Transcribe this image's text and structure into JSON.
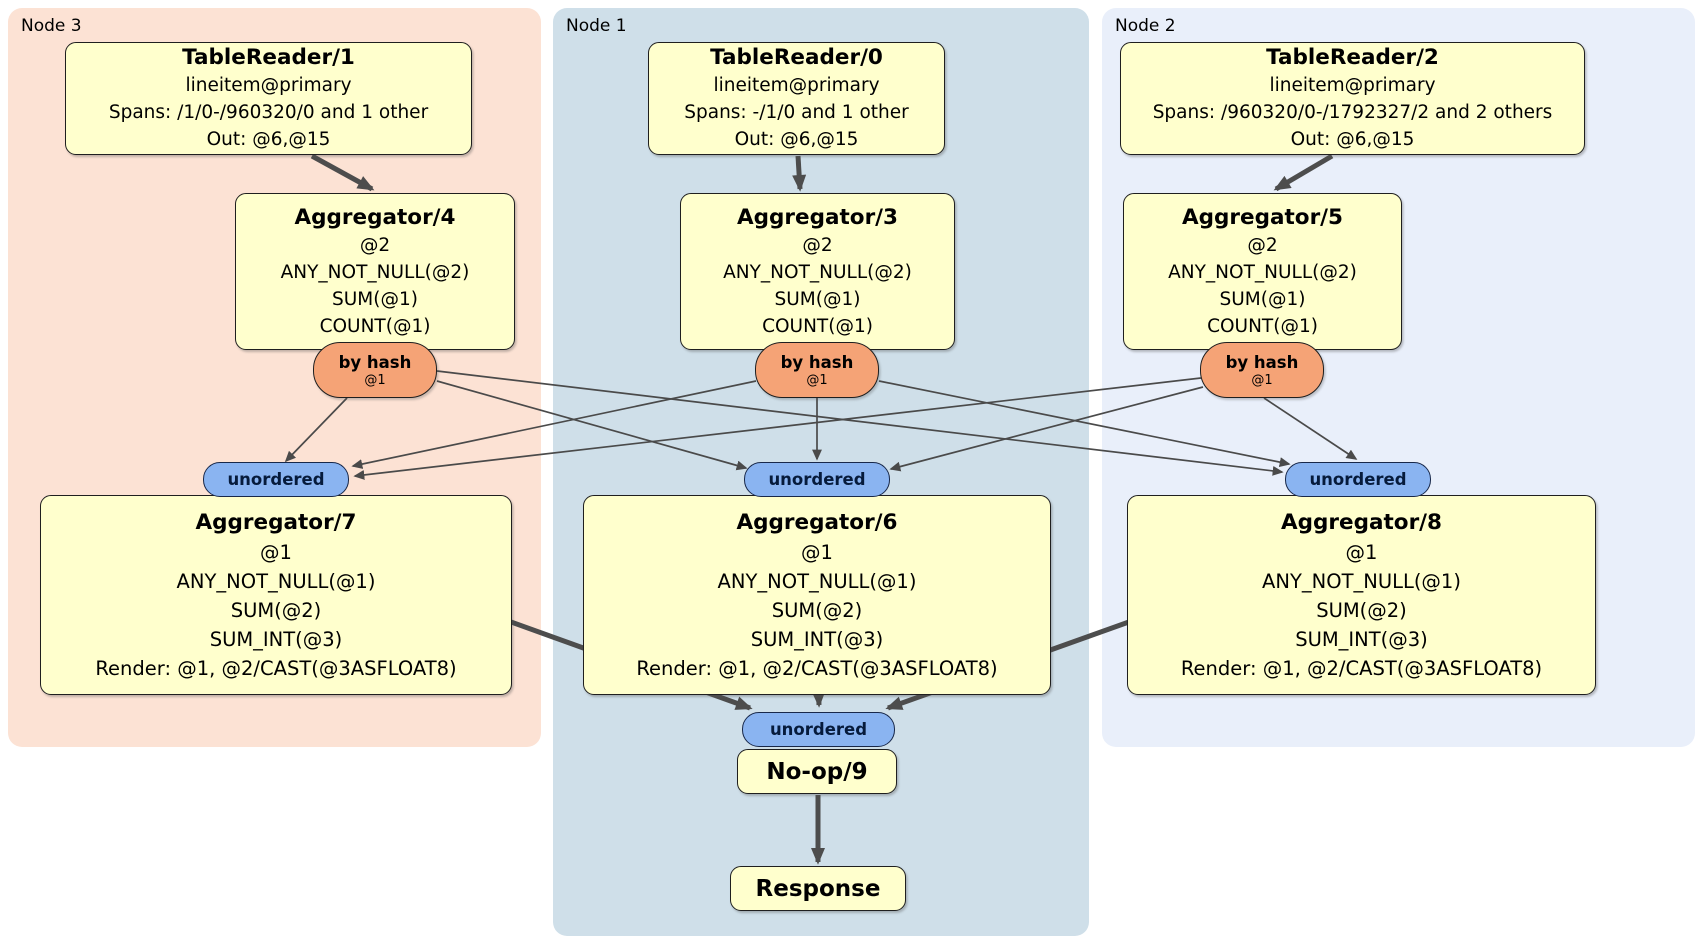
{
  "diagram": {
    "kind": "distributed SQL physical plan",
    "groups": [
      {
        "id": "node3",
        "label": "Node 3"
      },
      {
        "id": "node1",
        "label": "Node 1"
      },
      {
        "id": "node2",
        "label": "Node 2"
      }
    ],
    "nodes": {
      "tr1": {
        "title": "TableReader/1",
        "lines": [
          "lineitem@primary",
          "Spans: /1/0-/960320/0 and 1 other",
          "Out: @6,@15"
        ]
      },
      "tr0": {
        "title": "TableReader/0",
        "lines": [
          "lineitem@primary",
          "Spans: -/1/0 and 1 other",
          "Out: @6,@15"
        ]
      },
      "tr2": {
        "title": "TableReader/2",
        "lines": [
          "lineitem@primary",
          "Spans: /960320/0-/1792327/2 and 2 others",
          "Out: @6,@15"
        ]
      },
      "agg4": {
        "title": "Aggregator/4",
        "lines": [
          "@2",
          "ANY_NOT_NULL(@2)",
          "SUM(@1)",
          "COUNT(@1)"
        ]
      },
      "agg3": {
        "title": "Aggregator/3",
        "lines": [
          "@2",
          "ANY_NOT_NULL(@2)",
          "SUM(@1)",
          "COUNT(@1)"
        ]
      },
      "agg5": {
        "title": "Aggregator/5",
        "lines": [
          "@2",
          "ANY_NOT_NULL(@2)",
          "SUM(@1)",
          "COUNT(@1)"
        ]
      },
      "hash4": {
        "title": "by hash",
        "sub": "@1"
      },
      "hash3": {
        "title": "by hash",
        "sub": "@1"
      },
      "hash5": {
        "title": "by hash",
        "sub": "@1"
      },
      "unordered": {
        "label": "unordered"
      },
      "agg7": {
        "title": "Aggregator/7",
        "lines": [
          "@1",
          "ANY_NOT_NULL(@1)",
          "SUM(@2)",
          "SUM_INT(@3)",
          "Render: @1, @2/CAST(@3ASFLOAT8)"
        ]
      },
      "agg6": {
        "title": "Aggregator/6",
        "lines": [
          "@1",
          "ANY_NOT_NULL(@1)",
          "SUM(@2)",
          "SUM_INT(@3)",
          "Render: @1, @2/CAST(@3ASFLOAT8)"
        ]
      },
      "agg8": {
        "title": "Aggregator/8",
        "lines": [
          "@1",
          "ANY_NOT_NULL(@1)",
          "SUM(@2)",
          "SUM_INT(@3)",
          "Render: @1, @2/CAST(@3ASFLOAT8)"
        ]
      },
      "noop": {
        "title": "No-op/9"
      },
      "response": {
        "title": "Response"
      }
    },
    "edges": [
      {
        "from": "tr1",
        "to": "agg4",
        "weight": "thick"
      },
      {
        "from": "tr0",
        "to": "agg3",
        "weight": "thick"
      },
      {
        "from": "tr2",
        "to": "agg5",
        "weight": "thick"
      },
      {
        "from": "hash4",
        "to": "unordered-1",
        "weight": "thin"
      },
      {
        "from": "hash4",
        "to": "unordered-2",
        "weight": "thin"
      },
      {
        "from": "hash4",
        "to": "unordered-3",
        "weight": "thin"
      },
      {
        "from": "hash3",
        "to": "unordered-1",
        "weight": "thin"
      },
      {
        "from": "hash3",
        "to": "unordered-2",
        "weight": "thin"
      },
      {
        "from": "hash3",
        "to": "unordered-3",
        "weight": "thin"
      },
      {
        "from": "hash5",
        "to": "unordered-1",
        "weight": "thin"
      },
      {
        "from": "hash5",
        "to": "unordered-2",
        "weight": "thin"
      },
      {
        "from": "hash5",
        "to": "unordered-3",
        "weight": "thin"
      },
      {
        "from": "agg7",
        "to": "unordered-4",
        "weight": "thick"
      },
      {
        "from": "agg6",
        "to": "unordered-4",
        "weight": "thick"
      },
      {
        "from": "agg8",
        "to": "unordered-4",
        "weight": "thick"
      },
      {
        "from": "noop",
        "to": "response",
        "weight": "thick"
      }
    ],
    "colors": {
      "node3_bg": "#fce2d4",
      "node1_bg": "#cfdfe9",
      "node2_bg": "#e9effa",
      "box_fill": "#ffffcd",
      "router_fill": "#f5a376",
      "sync_fill": "#8ab4f1",
      "edge": "#4a4a4a"
    }
  }
}
